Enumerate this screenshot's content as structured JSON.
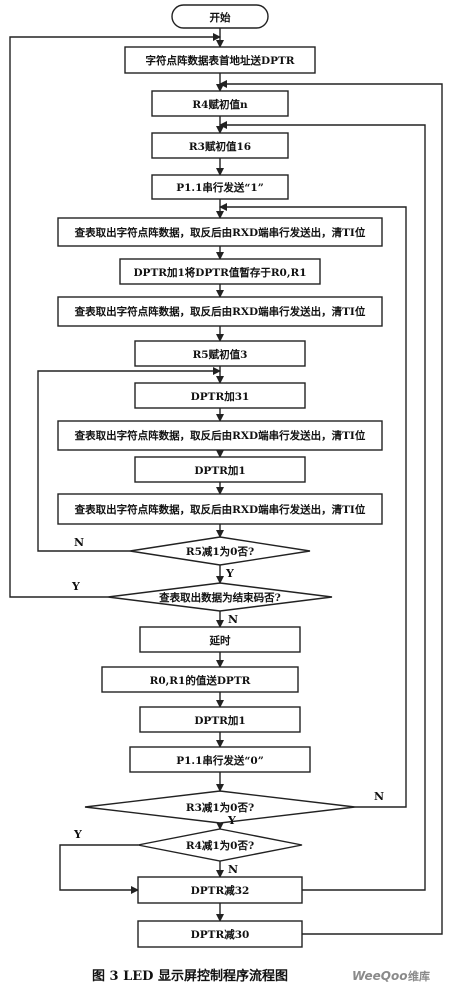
{
  "start": "开始",
  "steps": {
    "s1": "字符点阵数据表首地址送DPTR",
    "s2": "R4赋初值n",
    "s3": "R3赋初值16",
    "s4": "P1.1串行发送“1”",
    "s5": "查表取出字符点阵数据，取反后由RXD端串行发送出，清TI位",
    "s6": "DPTR加1将DPTR值暂存于R0,R1",
    "s7": "查表取出字符点阵数据，取反后由RXD端串行发送出，清TI位",
    "s8": "R5赋初值3",
    "s9": "DPTR加31",
    "s10": "查表取出字符点阵数据，取反后由RXD端串行发送出，清TI位",
    "s11": "DPTR加1",
    "s12": "查表取出字符点阵数据，取反后由RXD端串行发送出，清TI位",
    "s13": "延时",
    "s14": "R0,R1的值送DPTR",
    "s15": "DPTR加1",
    "s16": "P1.1串行发送“0”",
    "s17": "DPTR减32",
    "s18": "DPTR减30"
  },
  "decisions": {
    "d1": "R5减1为0否?",
    "d2": "查表取出数据为结束码否?",
    "d3": "R3减1为0否?",
    "d4": "R4减1为0否?"
  },
  "branch_labels": {
    "d1_no": "N",
    "d1_yes": "Y",
    "d2_yes": "Y",
    "d2_no": "N",
    "d3_no": "N",
    "d3_yes": "Y",
    "d4_yes": "Y",
    "d4_no": "N"
  },
  "caption": "图 3   LED 显示屏控制程序流程图",
  "watermark": {
    "brand": "WeeQoo",
    "suffix": "维库"
  }
}
